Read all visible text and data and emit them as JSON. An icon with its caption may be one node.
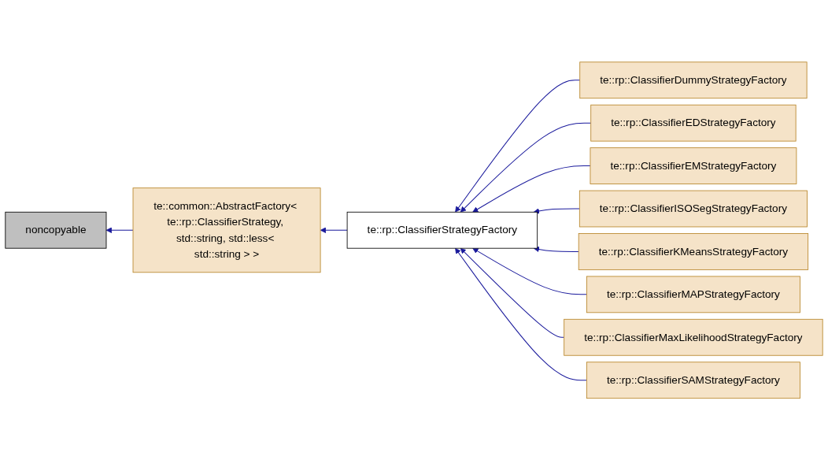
{
  "diagram": {
    "nodes": [
      {
        "text": [
          "noncopyable"
        ]
      },
      {
        "text": [
          "te::common::AbstractFactory< te::rp::ClassifierStrategy, std::string, std::less< std::string > >"
        ]
      },
      {
        "text": [
          "te::rp::ClassifierStrategyFactory"
        ]
      },
      {
        "text": [
          "te::rp::ClassifierDummyStrategyFactory"
        ]
      },
      {
        "text": [
          "te::rp::ClassifierEDStrategyFactory"
        ]
      },
      {
        "text": [
          "te::rp::ClassifierEMStrategyFactory"
        ]
      },
      {
        "text": [
          "te::rp::ClassifierISOSegStrategyFactory"
        ]
      },
      {
        "text": [
          "te::rp::ClassifierKMeansStrategyFactory"
        ]
      },
      {
        "text": [
          "te::rp::ClassifierMAPStrategyFactory"
        ]
      },
      {
        "text": [
          "te::rp::ClassifierMaxLikelihoodStrategyFactory"
        ]
      },
      {
        "text": [
          "te::rp::ClassifierSAMStrategyFactory"
        ]
      }
    ],
    "edges": [
      {
        "from": 1,
        "to": 0,
        "arrow": "to"
      },
      {
        "from": 2,
        "to": 1,
        "arrow": "to"
      },
      {
        "from": 3,
        "to": 2,
        "arrow": "to"
      },
      {
        "from": 4,
        "to": 2,
        "arrow": "to"
      },
      {
        "from": 5,
        "to": 2,
        "arrow": "to"
      },
      {
        "from": 6,
        "to": 2,
        "arrow": "to"
      },
      {
        "from": 7,
        "to": 2,
        "arrow": "to"
      },
      {
        "from": 8,
        "to": 2,
        "arrow": "to"
      },
      {
        "from": 9,
        "to": 2,
        "arrow": "to"
      },
      {
        "from": 10,
        "to": 2,
        "arrow": "to"
      }
    ]
  }
}
